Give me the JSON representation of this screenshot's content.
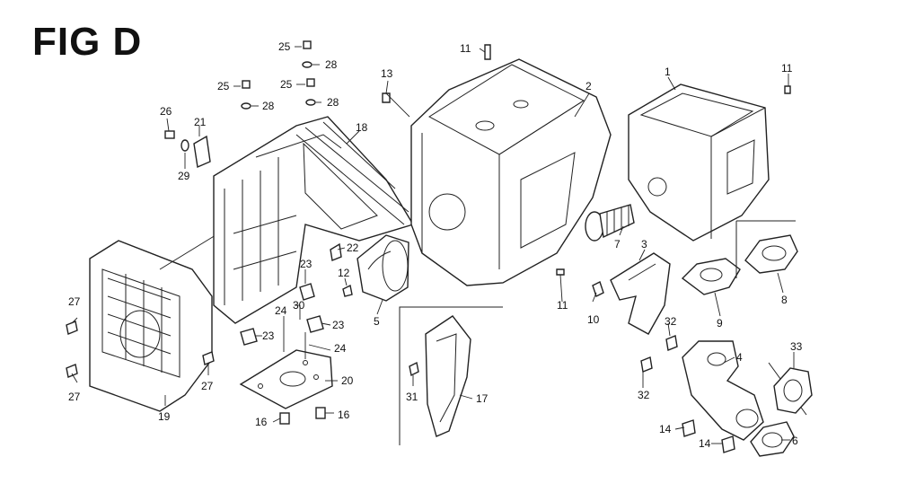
{
  "figure": {
    "title": "FIG D"
  },
  "callouts": [
    {
      "id": "c1",
      "text": "1"
    },
    {
      "id": "c2",
      "text": "2"
    },
    {
      "id": "c3",
      "text": "3"
    },
    {
      "id": "c4",
      "text": "4"
    },
    {
      "id": "c5",
      "text": "5"
    },
    {
      "id": "c6",
      "text": "6"
    },
    {
      "id": "c7",
      "text": "7"
    },
    {
      "id": "c8",
      "text": "8"
    },
    {
      "id": "c9",
      "text": "9"
    },
    {
      "id": "c10",
      "text": "10"
    },
    {
      "id": "c11a",
      "text": "11"
    },
    {
      "id": "c11b",
      "text": "11"
    },
    {
      "id": "c11c",
      "text": "11"
    },
    {
      "id": "c12",
      "text": "12"
    },
    {
      "id": "c13",
      "text": "13"
    },
    {
      "id": "c14a",
      "text": "14"
    },
    {
      "id": "c14b",
      "text": "14"
    },
    {
      "id": "c16a",
      "text": "16"
    },
    {
      "id": "c16b",
      "text": "16"
    },
    {
      "id": "c17",
      "text": "17"
    },
    {
      "id": "c18",
      "text": "18"
    },
    {
      "id": "c19",
      "text": "19"
    },
    {
      "id": "c20",
      "text": "20"
    },
    {
      "id": "c21",
      "text": "21"
    },
    {
      "id": "c22",
      "text": "22"
    },
    {
      "id": "c23a",
      "text": "23"
    },
    {
      "id": "c23b",
      "text": "23"
    },
    {
      "id": "c23c",
      "text": "23"
    },
    {
      "id": "c24a",
      "text": "24"
    },
    {
      "id": "c24b",
      "text": "24"
    },
    {
      "id": "c25a",
      "text": "25"
    },
    {
      "id": "c25b",
      "text": "25"
    },
    {
      "id": "c25c",
      "text": "25"
    },
    {
      "id": "c26",
      "text": "26"
    },
    {
      "id": "c27a",
      "text": "27"
    },
    {
      "id": "c27b",
      "text": "27"
    },
    {
      "id": "c27c",
      "text": "27"
    },
    {
      "id": "c28a",
      "text": "28"
    },
    {
      "id": "c28b",
      "text": "28"
    },
    {
      "id": "c28c",
      "text": "28"
    },
    {
      "id": "c29",
      "text": "29"
    },
    {
      "id": "c30",
      "text": "30"
    },
    {
      "id": "c31",
      "text": "31"
    },
    {
      "id": "c32a",
      "text": "32"
    },
    {
      "id": "c32b",
      "text": "32"
    },
    {
      "id": "c33",
      "text": "33"
    }
  ]
}
